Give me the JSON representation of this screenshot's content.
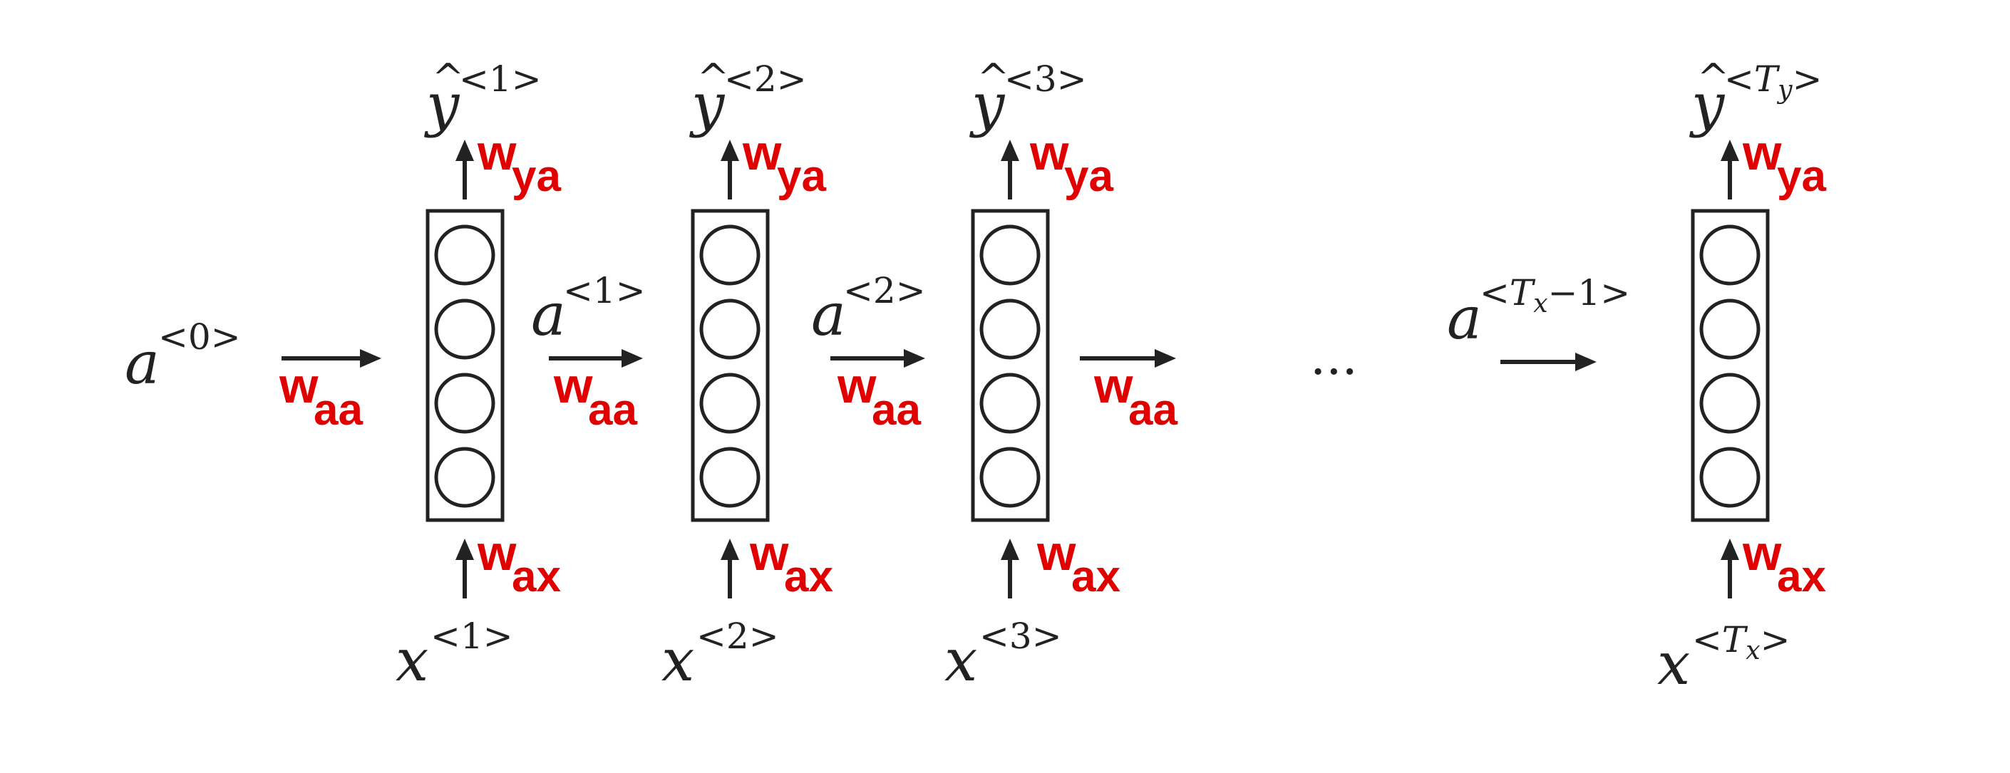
{
  "diagram": {
    "a0": {
      "base": "a",
      "sup": "<0>"
    },
    "dots": "...",
    "last_input_activation": {
      "base": "a",
      "sup_open": "<",
      "sup_var": "T",
      "sup_sub": "x",
      "sup_close": "−1>"
    },
    "weights": {
      "aa": "aa",
      "ya": "ya",
      "ax": "ax",
      "w": "w"
    },
    "cells": [
      {
        "y_base": "y",
        "y_hat": "^",
        "y_sup": "<1>",
        "x_base": "x",
        "x_sup": "<1>",
        "a_out": {
          "base": "a",
          "sup": "<1>"
        }
      },
      {
        "y_base": "y",
        "y_hat": "^",
        "y_sup": "<2>",
        "x_base": "x",
        "x_sup": "<2>",
        "a_out": {
          "base": "a",
          "sup": "<2>"
        }
      },
      {
        "y_base": "y",
        "y_hat": "^",
        "y_sup": "<3>",
        "x_base": "x",
        "x_sup": "<3>",
        "a_out": null
      },
      {
        "y_base": "y",
        "y_hat": "^",
        "y_sup_open": "<",
        "y_sup_var": "T",
        "y_sup_sub": "y",
        "y_sup_close": ">",
        "x_base": "x",
        "x_sup_open": "<",
        "x_sup_var": "T",
        "x_sup_sub": "x",
        "x_sup_close": ">"
      }
    ]
  }
}
